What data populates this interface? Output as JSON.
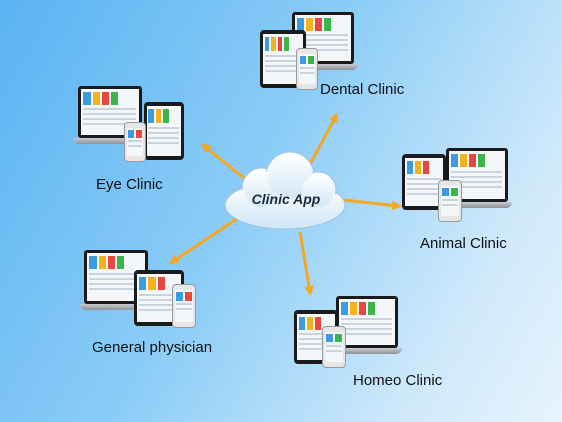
{
  "center": {
    "label": "Clinic App"
  },
  "nodes": [
    {
      "id": "dental",
      "label": "Dental Clinic"
    },
    {
      "id": "eye",
      "label": "Eye Clinic"
    },
    {
      "id": "animal",
      "label": "Animal Clinic"
    },
    {
      "id": "general",
      "label": "General  physician"
    },
    {
      "id": "homeo",
      "label": "Homeo Clinic"
    }
  ],
  "colors": {
    "arrow": "#f5a623",
    "tile_colors": [
      "#3b9de0",
      "#f5b21b",
      "#e8473f",
      "#39b54a",
      "#8a5cc5"
    ]
  }
}
